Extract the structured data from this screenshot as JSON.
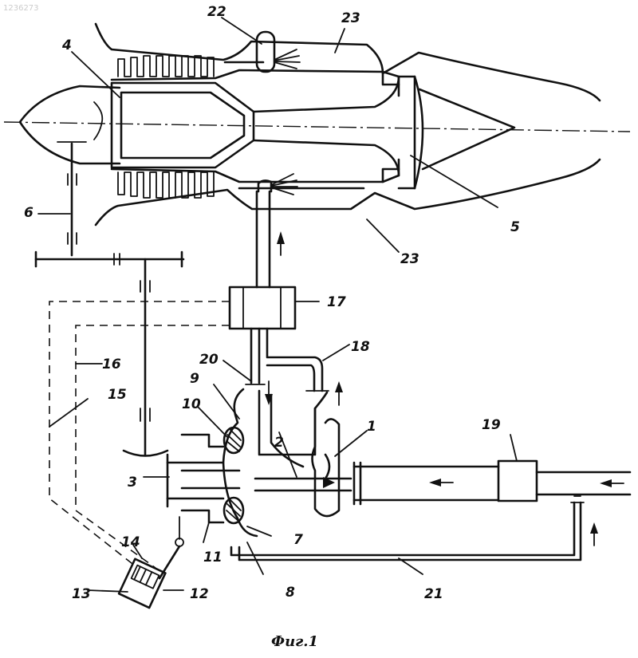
{
  "watermark": "1236273",
  "caption": "Фиг.1",
  "labels": {
    "n1": "1",
    "n2": "2",
    "n3": "3",
    "n4": "4",
    "n5": "5",
    "n6": "6",
    "n7": "7",
    "n8": "8",
    "n9": "9",
    "n10": "10",
    "n11": "11",
    "n12": "12",
    "n13": "13",
    "n14": "14",
    "n15": "15",
    "n16": "16",
    "n17": "17",
    "n18": "18",
    "n19": "19",
    "n20": "20",
    "n21": "21",
    "n22": "22",
    "n23_top": "23",
    "n23_bottom": "23"
  }
}
